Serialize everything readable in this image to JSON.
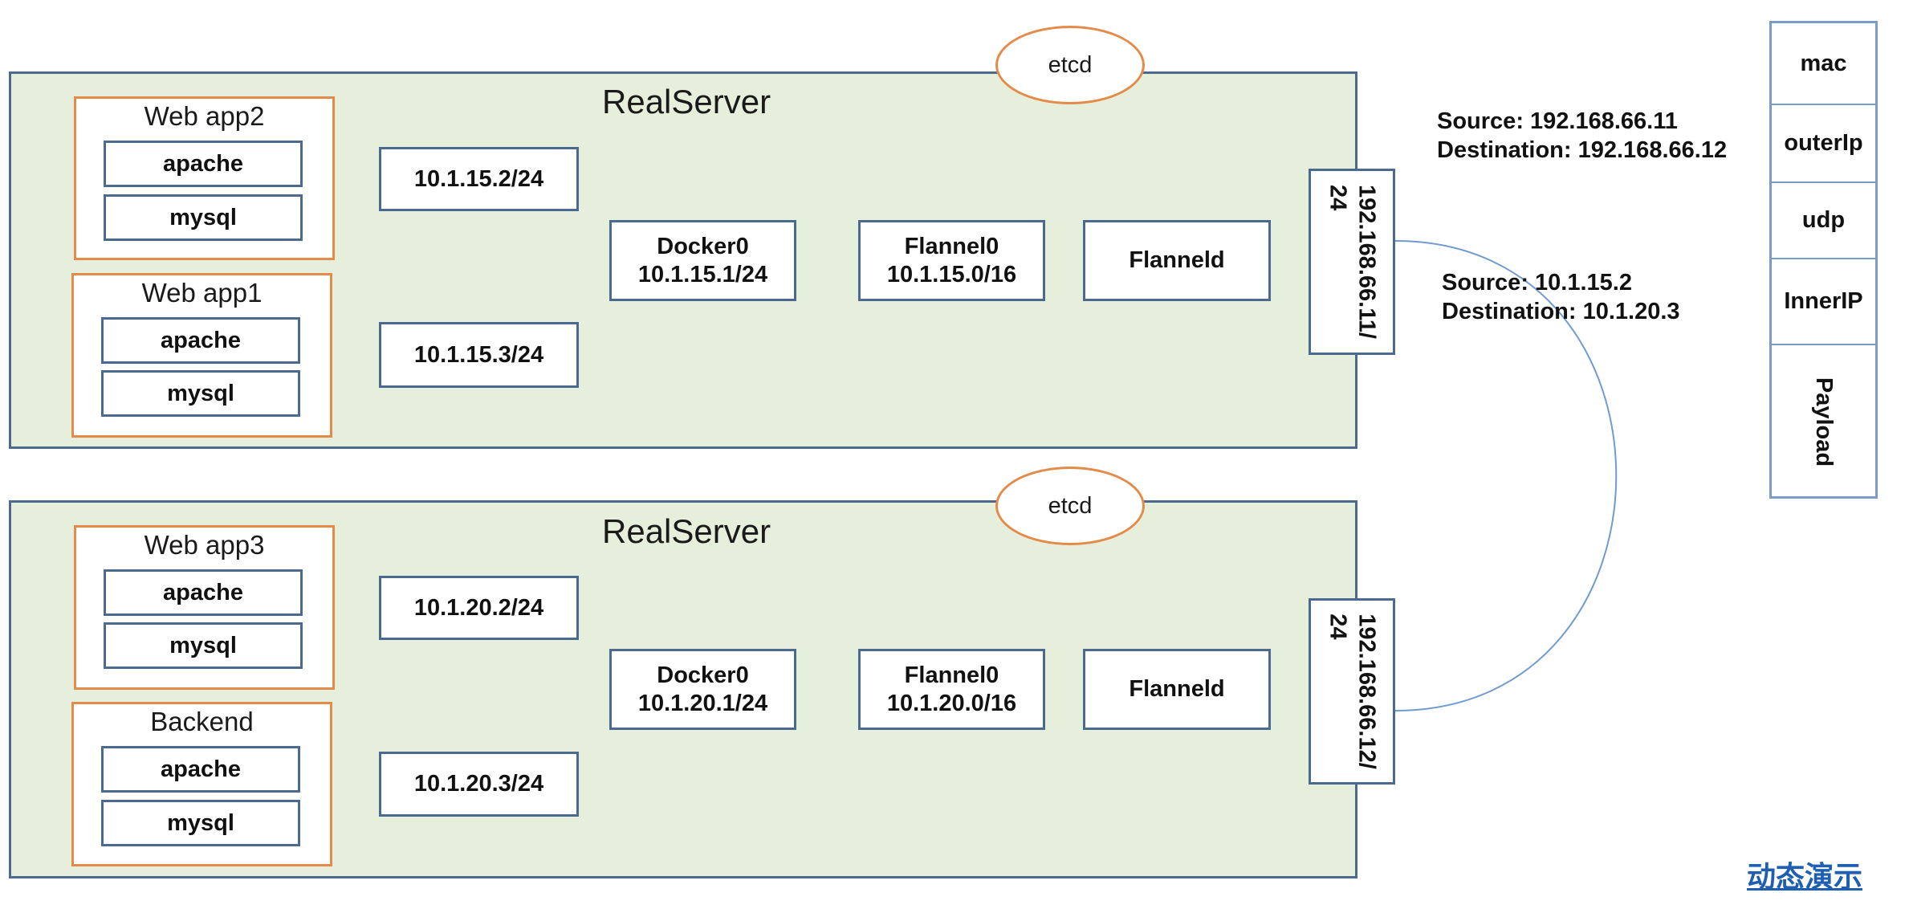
{
  "servers": [
    {
      "title": "RealServer",
      "etcd": "etcd",
      "apps": [
        {
          "title": "Web app2",
          "services": [
            "apache",
            "mysql"
          ]
        },
        {
          "title": "Web app1",
          "services": [
            "apache",
            "mysql"
          ]
        }
      ],
      "ips": [
        "10.1.15.2/24",
        "10.1.15.3/24"
      ],
      "docker": {
        "name": "Docker0",
        "ip": "10.1.15.1/24"
      },
      "flannel": {
        "name": "Flannel0",
        "ip": "10.1.15.0/16"
      },
      "flanneld": "Flanneld",
      "host_nic": {
        "line1": "192.168.66.11/",
        "line2": "24"
      }
    },
    {
      "title": "RealServer",
      "etcd": "etcd",
      "apps": [
        {
          "title": "Web app3",
          "services": [
            "apache",
            "mysql"
          ]
        },
        {
          "title": "Backend",
          "services": [
            "apache",
            "mysql"
          ]
        }
      ],
      "ips": [
        "10.1.20.2/24",
        "10.1.20.3/24"
      ],
      "docker": {
        "name": "Docker0",
        "ip": "10.1.20.1/24"
      },
      "flannel": {
        "name": "Flannel0",
        "ip": "10.1.20.0/16"
      },
      "flanneld": "Flanneld",
      "host_nic": {
        "line1": "192.168.66.12/",
        "line2": "24"
      }
    }
  ],
  "outer_addresses": {
    "source": "Source:  192.168.66.11",
    "destination": "Destination:  192.168.66.12"
  },
  "inner_addresses": {
    "source": "Source:  10.1.15.2",
    "destination": "Destination:  10.1.20.3"
  },
  "packet": [
    "mac",
    "outerIp",
    "udp",
    "InnerIP",
    "Payload"
  ],
  "demo_link": "动态演示",
  "colors": {
    "server_fill": "#e6efdb",
    "border_blue": "#4a6a8f",
    "border_orange": "#e48b4a",
    "line": "#6f9bd1",
    "link": "#1f5fb0"
  }
}
